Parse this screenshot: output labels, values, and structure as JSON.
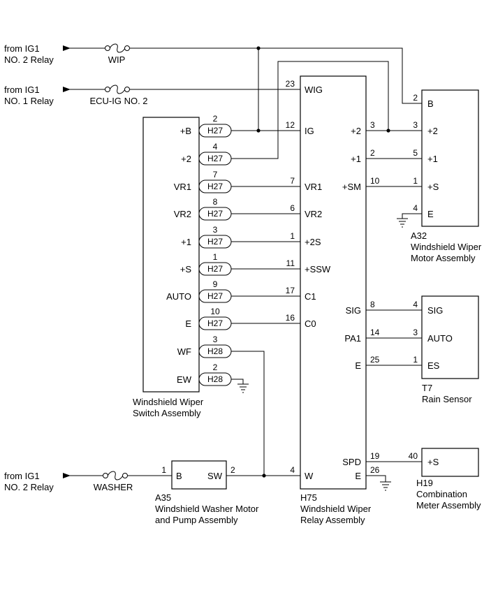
{
  "sources": {
    "ig1_no2_relay_top": [
      "from IG1",
      "NO. 2 Relay"
    ],
    "ig1_no1_relay": [
      "from IG1",
      "NO. 1 Relay"
    ],
    "ig1_no2_relay_bottom": [
      "from IG1",
      "NO. 2 Relay"
    ]
  },
  "fuses": {
    "wip": "WIP",
    "ecu_ig_no2": "ECU-IG NO. 2",
    "washer": "WASHER"
  },
  "switch_assembly": {
    "caption": [
      "Windshield Wiper",
      "Switch Assembly"
    ],
    "terminals": [
      {
        "label": "+B",
        "pin": "2",
        "connector": "H27"
      },
      {
        "label": "+2",
        "pin": "4",
        "connector": "H27"
      },
      {
        "label": "VR1",
        "pin": "7",
        "connector": "H27"
      },
      {
        "label": "VR2",
        "pin": "8",
        "connector": "H27"
      },
      {
        "label": "+1",
        "pin": "3",
        "connector": "H27"
      },
      {
        "label": "+S",
        "pin": "1",
        "connector": "H27"
      },
      {
        "label": "AUTO",
        "pin": "9",
        "connector": "H27"
      },
      {
        "label": "E",
        "pin": "10",
        "connector": "H27"
      },
      {
        "label": "WF",
        "pin": "3",
        "connector": "H28"
      },
      {
        "label": "EW",
        "pin": "2",
        "connector": "H28"
      }
    ]
  },
  "relay_assembly": {
    "caption": [
      "H75",
      "Windshield Wiper",
      "Relay Assembly"
    ],
    "left_terminals": [
      {
        "label": "WIG",
        "pin": "23"
      },
      {
        "label": "IG",
        "pin": "12"
      },
      {
        "label": "VR1",
        "pin": "7"
      },
      {
        "label": "VR2",
        "pin": "6"
      },
      {
        "label": "+2S",
        "pin": "1"
      },
      {
        "label": "+SSW",
        "pin": "11"
      },
      {
        "label": "C1",
        "pin": "17"
      },
      {
        "label": "C0",
        "pin": "16"
      },
      {
        "label": "W",
        "pin": "4"
      }
    ],
    "right_terminals": [
      {
        "label": "+2",
        "pin": "3"
      },
      {
        "label": "+1",
        "pin": "2"
      },
      {
        "label": "+SM",
        "pin": "10"
      },
      {
        "label": "SIG",
        "pin": "8"
      },
      {
        "label": "PA1",
        "pin": "14"
      },
      {
        "label": "E",
        "pin": "25"
      },
      {
        "label": "SPD",
        "pin": "19"
      },
      {
        "label": "E",
        "pin": "26"
      }
    ]
  },
  "motor_assembly": {
    "caption": [
      "A32",
      "Windshield Wiper",
      "Motor Assembly"
    ],
    "terminals": [
      {
        "label": "B",
        "pin": "2"
      },
      {
        "label": "+2",
        "pin": "3"
      },
      {
        "label": "+1",
        "pin": "5"
      },
      {
        "label": "+S",
        "pin": "1"
      },
      {
        "label": "E",
        "pin": "4"
      }
    ]
  },
  "rain_sensor": {
    "caption": [
      "T7",
      "Rain Sensor"
    ],
    "terminals": [
      {
        "label": "SIG",
        "pin": "4"
      },
      {
        "label": "AUTO",
        "pin": "3"
      },
      {
        "label": "ES",
        "pin": "1"
      }
    ]
  },
  "combination_meter": {
    "caption": [
      "H19",
      "Combination",
      "Meter Assembly"
    ],
    "terminals": [
      {
        "label": "+S",
        "pin": "40"
      }
    ]
  },
  "washer_motor": {
    "caption": [
      "A35",
      "Windshield Washer Motor",
      "and Pump Assembly"
    ],
    "terminals": [
      {
        "label": "B",
        "pin": "1"
      },
      {
        "label": "SW",
        "pin": "2"
      }
    ]
  }
}
